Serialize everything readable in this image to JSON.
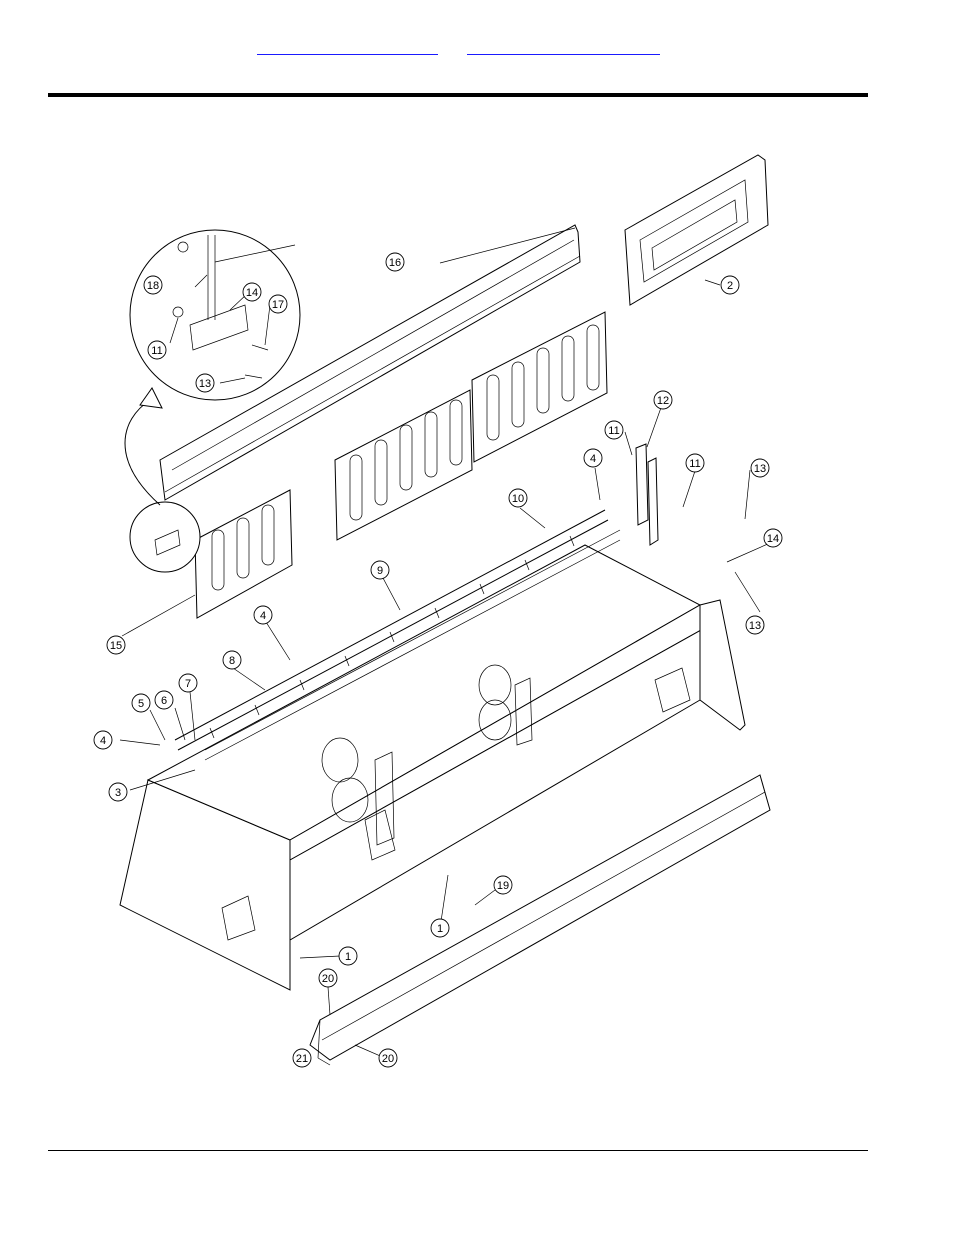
{
  "header": {
    "link_a": "",
    "link_b": ""
  },
  "diagram": {
    "callouts": [
      {
        "id": "c16",
        "label": "16"
      },
      {
        "id": "c2",
        "label": "2"
      },
      {
        "id": "c18",
        "label": "18"
      },
      {
        "id": "c14a",
        "label": "14"
      },
      {
        "id": "c17",
        "label": "17"
      },
      {
        "id": "c11a",
        "label": "11"
      },
      {
        "id": "c13a",
        "label": "13"
      },
      {
        "id": "c12",
        "label": "12"
      },
      {
        "id": "c11b",
        "label": "11"
      },
      {
        "id": "c11c",
        "label": "11"
      },
      {
        "id": "c4a",
        "label": "4"
      },
      {
        "id": "c13b",
        "label": "13"
      },
      {
        "id": "c10",
        "label": "10"
      },
      {
        "id": "c14b",
        "label": "14"
      },
      {
        "id": "c13c",
        "label": "13"
      },
      {
        "id": "c9",
        "label": "9"
      },
      {
        "id": "c15",
        "label": "15"
      },
      {
        "id": "c4b",
        "label": "4"
      },
      {
        "id": "c8",
        "label": "8"
      },
      {
        "id": "c5",
        "label": "5"
      },
      {
        "id": "c6",
        "label": "6"
      },
      {
        "id": "c7",
        "label": "7"
      },
      {
        "id": "c4c",
        "label": "4"
      },
      {
        "id": "c3",
        "label": "3"
      },
      {
        "id": "c19",
        "label": "19"
      },
      {
        "id": "c1a",
        "label": "1"
      },
      {
        "id": "c1b",
        "label": "1"
      },
      {
        "id": "c20a",
        "label": "20"
      },
      {
        "id": "c21",
        "label": "21"
      },
      {
        "id": "c20b",
        "label": "20"
      }
    ]
  }
}
